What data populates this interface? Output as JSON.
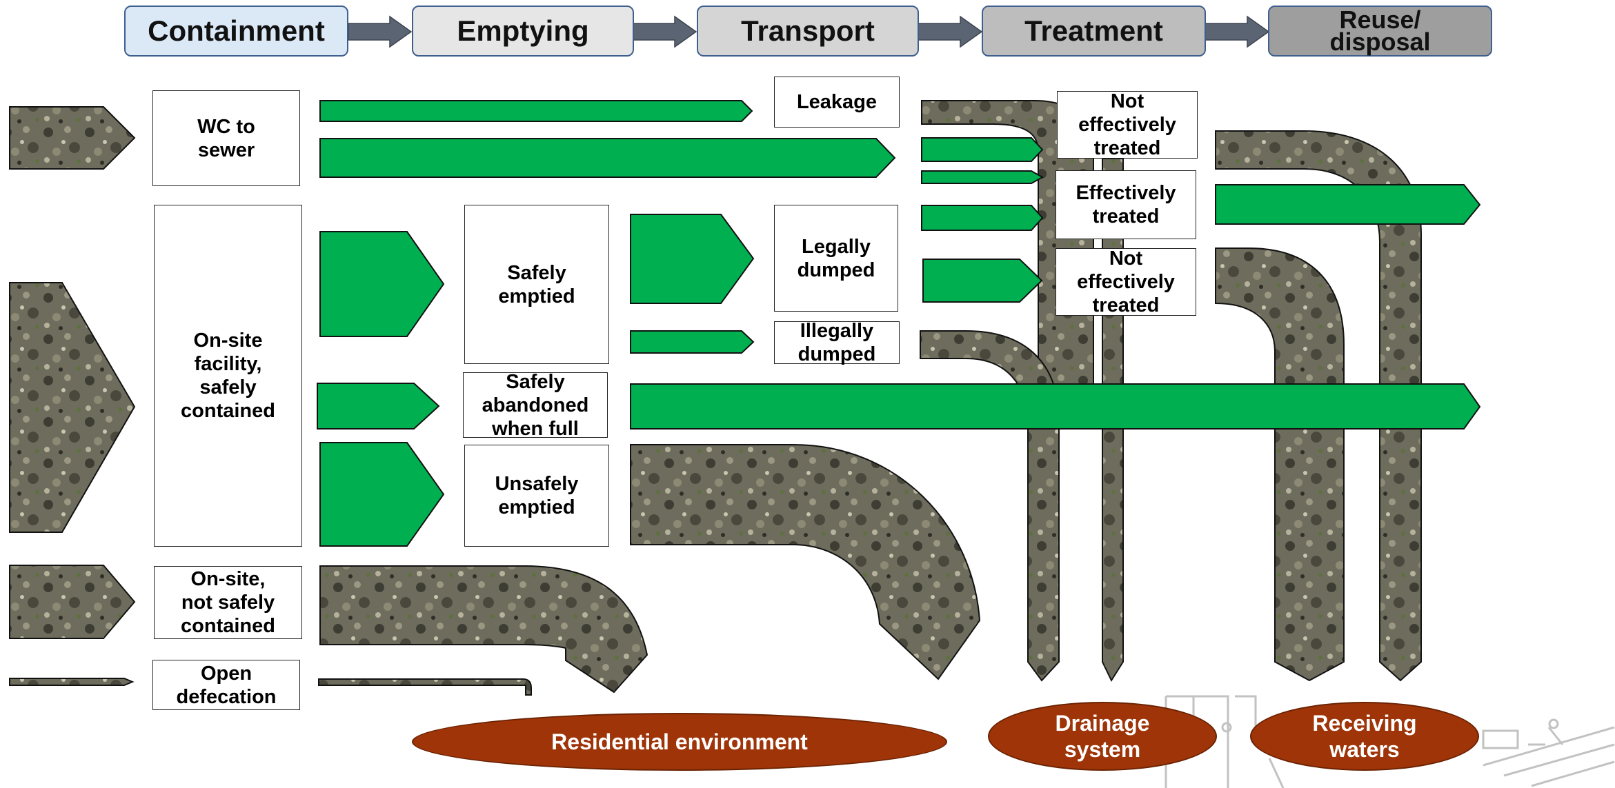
{
  "stages": [
    {
      "label": "Containment",
      "fill": "#dbe8f6"
    },
    {
      "label": "Emptying",
      "fill": "#e6e6e6"
    },
    {
      "label": "Transport",
      "fill": "#d5d5d5"
    },
    {
      "label": "Treatment",
      "fill": "#bdbdbd"
    },
    {
      "label": "Reuse/\ndisposal",
      "fill": "#9e9e9e"
    }
  ],
  "containment": {
    "wc_to_sewer": "WC to\nsewer",
    "onsite_safe": "On-site facility,\nsafely\ncontained",
    "onsite_not_safe": "On-site,\nnot safely\ncontained",
    "open_defecation": "Open\ndefecation"
  },
  "emptying": {
    "safely_emptied": "Safely emptied",
    "safely_abandoned": "Safely\nabandoned\nwhen full",
    "unsafely_emptied": "Unsafely\nemptied"
  },
  "transport": {
    "leakage": "Leakage",
    "legally_dumped": "Legally\ndumped",
    "illegally_dumped": "Illegally\ndumped"
  },
  "treatment": {
    "not_effective_1": "Not effectively\ntreated",
    "effective": "Effectively\ntreated",
    "not_effective_2": "Not effectively\ntreated"
  },
  "destinations": {
    "residential": "Residential environment",
    "drainage": "Drainage\nsystem",
    "receiving": "Receiving\nwaters"
  },
  "colors": {
    "safe_flow": "#00b050",
    "unsafe_flow": "#6b6a55",
    "oval": "#9e3408",
    "header_arrow": "#5a6472"
  }
}
